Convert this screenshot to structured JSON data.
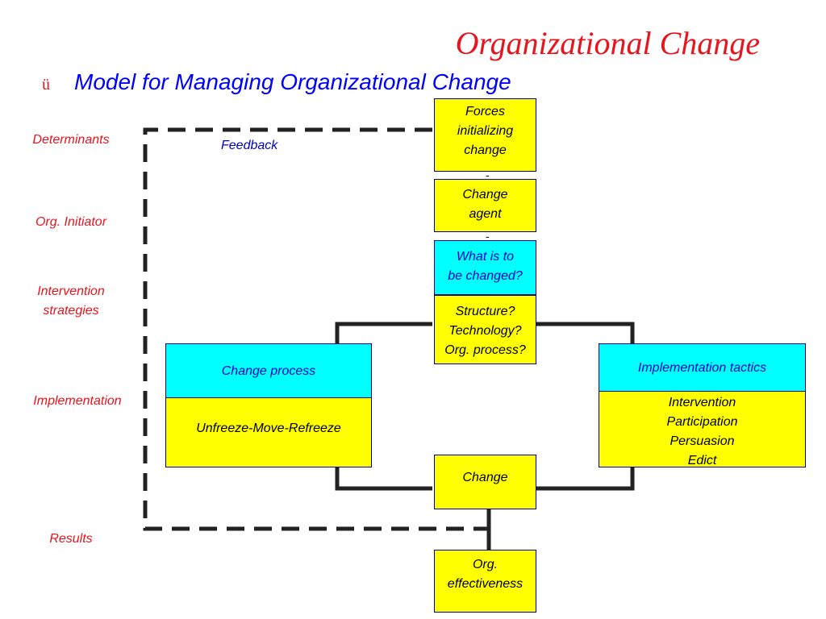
{
  "slide": {
    "title": "Organizational Change",
    "bullet_glyph": "ü",
    "subtitle": "Model for Managing Organizational Change"
  },
  "stages": {
    "determinants": "Determinants",
    "org_initiator": "Org. Initiator",
    "intervention_strategies_1": "Intervention",
    "intervention_strategies_2": "strategies",
    "implementation": "Implementation",
    "results": "Results"
  },
  "feedback_label": "Feedback",
  "boxes": {
    "forces": [
      "Forces",
      "initializing",
      "change"
    ],
    "change_agent": [
      "Change",
      "agent"
    ],
    "what_changed": [
      "What is to",
      "be changed?"
    ],
    "targets": [
      "Structure?",
      "Technology?",
      "Org. process?"
    ],
    "change_process": {
      "header": "Change process",
      "body": "Unfreeze-Move-Refreeze"
    },
    "implementation_tactics": {
      "header": "Implementation tactics",
      "items": [
        "Intervention",
        "Participation",
        "Persuasion",
        "Edict"
      ]
    },
    "change": "Change",
    "org_effectiveness": [
      "Org.",
      "effectiveness"
    ]
  },
  "connector_marks": [
    "-",
    "-"
  ],
  "colors": {
    "title": "#e8141e",
    "subtitle": "#0000ff",
    "stage_labels": "#e8141e",
    "box_yellow": "#ffff00",
    "box_cyan": "#00ffff",
    "box_border": "#000080"
  }
}
